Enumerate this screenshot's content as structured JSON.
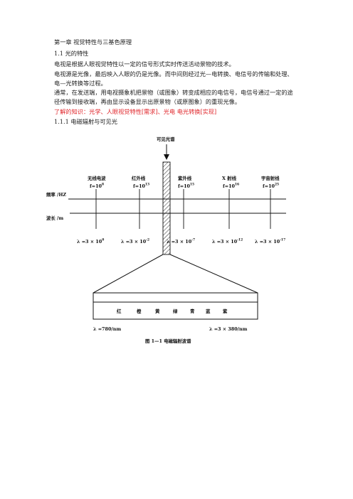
{
  "document": {
    "chapter_title": "第一章  视觉特性与三基色原理",
    "section_title": "1.1  光的特性",
    "paragraph_1": "电视是根据人眼视觉特性以一定的信号形式实时传送活动景物的技术。",
    "paragraph_2": "电视源是光像，最后映入人眼的仍是光像。而中间则经过光—电转换、电信号的传输和处理、电—光转换等过程。",
    "paragraph_3": "通常，在发送端，用电视摄象机把景物（或图象）转变成相应的电信号，电信号通过一定的途径传输到接收端，再由显示设备显示出原景物（或原图象）的重现光像。",
    "note_red": "了解的知识：光学、人眼视觉特性[需求]、光电 电光转换[实现]",
    "subsection_title": "1.1.1 电磁辐射与可见光"
  },
  "figure": {
    "visible_label": "可见光谱",
    "freq_axis_label": "频率 /HZ",
    "wavelength_axis_label": "波长 /m",
    "bands": [
      {
        "name": "无线电波",
        "freq_base": "f=10",
        "freq_exp": "8"
      },
      {
        "name": "红外线",
        "freq_base": "f=10",
        "freq_exp": "13"
      },
      {
        "name": "紫外线",
        "freq_base": "f=10",
        "freq_exp": "15"
      },
      {
        "name": "X 射线",
        "freq_base": "f=10",
        "freq_exp": "16"
      },
      {
        "name": "宇宙射线",
        "freq_base": "f=10",
        "freq_exp": "25"
      }
    ],
    "wavelengths": [
      {
        "base": "λ =3 × 10",
        "exp": "0"
      },
      {
        "base": "λ =3 × 10",
        "exp": "-2"
      },
      {
        "base": "λ =3 × 10",
        "exp": "-7"
      },
      {
        "base": "λ =3 × 10",
        "exp": "-12"
      },
      {
        "base": "λ =3 × 10",
        "exp": "-17"
      }
    ],
    "colors": [
      "红",
      "橙",
      "黄",
      "绿",
      "青",
      "蓝",
      "紫"
    ],
    "wavelength_left": "λ =780/nm",
    "wavelength_right": "λ =3 × 380/nm",
    "caption": "图 1—1 电磁辐射波谱"
  }
}
